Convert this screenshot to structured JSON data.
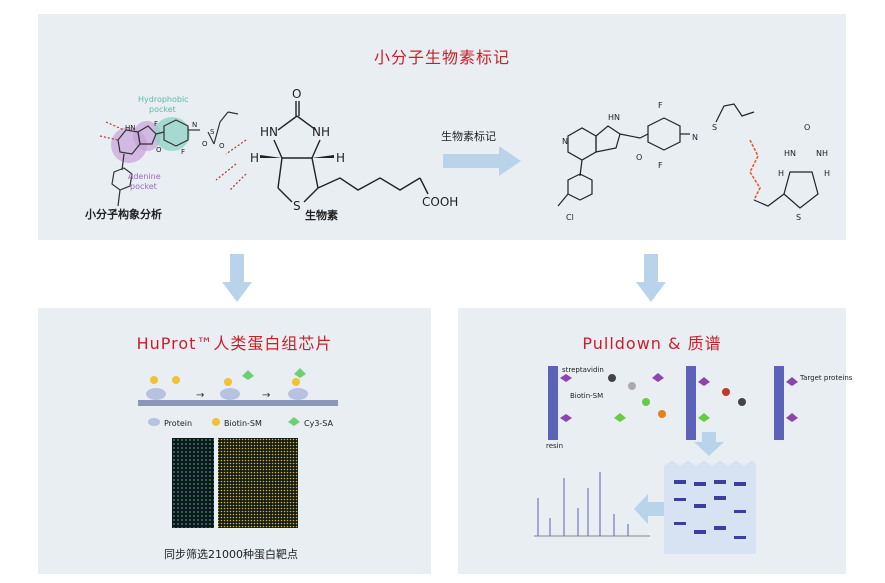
{
  "top": {
    "title": "小分子生物素标记",
    "pocket_hydrophobic": "Hydrophobic\npocket",
    "pocket_adenine": "Adenine\npocket",
    "analysis_label": "小分子构象分析",
    "biotin_label": "生物素",
    "arrow_label": "生物素标记",
    "cooh": "COOH",
    "atoms": {
      "O": "O",
      "HN": "HN",
      "NH": "NH",
      "H": "H",
      "S": "S",
      "N": "N",
      "F": "F",
      "Cl": "Cl"
    }
  },
  "left": {
    "title": "HuProt™人类蛋白组芯片",
    "legend_protein": "Protein",
    "legend_biotin": "Biotin-SM",
    "legend_cy3": "Cy3-SA",
    "caption": "同步筛选21000种蛋白靶点"
  },
  "right": {
    "title": "Pulldown & 质谱",
    "streptavidin": "streptavidin",
    "biotin_sm": "Biotin-SM",
    "resin": "resin",
    "target_proteins": "Target proteins"
  },
  "colors": {
    "title_red": "#c8202a",
    "panel_bg": "#e9eef3",
    "arrow_blue": "#b9d3ea",
    "hydrophobic_teal": "#8fd3c4",
    "adenine_purple": "#c6a3d9",
    "resin_blue": "#5b62b8",
    "linker_orange": "#e0603a"
  }
}
